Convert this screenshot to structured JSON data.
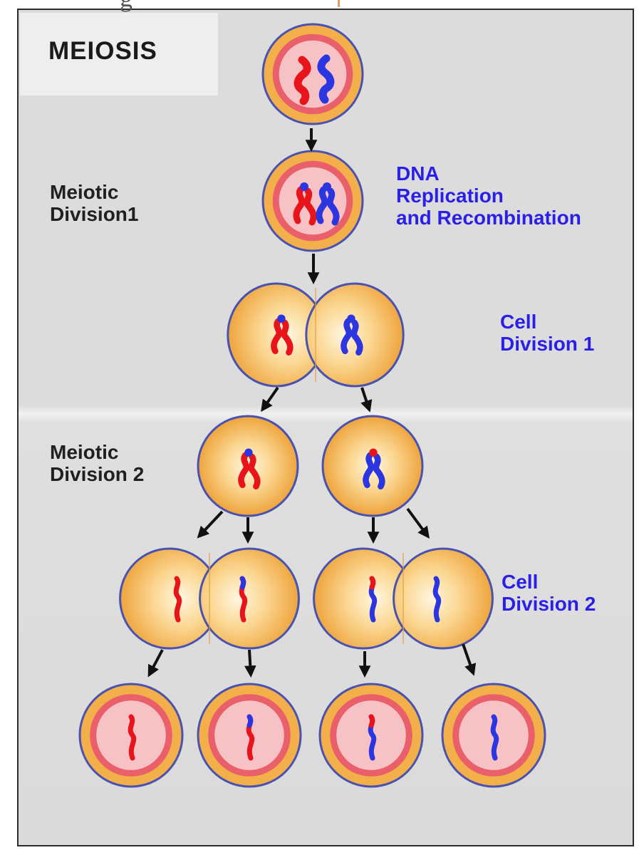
{
  "title": "MEIOSIS",
  "labels": {
    "meiotic_division_1": [
      "Meiotic",
      "Division1"
    ],
    "meiotic_division_2": [
      "Meiotic",
      "Division 2"
    ],
    "dna_replication": [
      "DNA",
      "Replication",
      "and Recombination"
    ],
    "cell_division_1": [
      "Cell",
      "Division 1"
    ],
    "cell_division_2": [
      "Cell",
      "Division 2"
    ]
  },
  "colors": {
    "cell_fill": "#f3b04a",
    "cell_outline": "#4a52b0",
    "nucleus_fill": "#f7c2c6",
    "nucleus_ring": "#e9606a",
    "chromosome_maternal": "#e8141c",
    "chromosome_paternal": "#2c36e0",
    "label_blue": "#2a1fe6",
    "arrow": "#111111"
  },
  "icons": [
    "cell-icon",
    "nucleus-icon",
    "chromosome-icon",
    "arrow-icon"
  ]
}
